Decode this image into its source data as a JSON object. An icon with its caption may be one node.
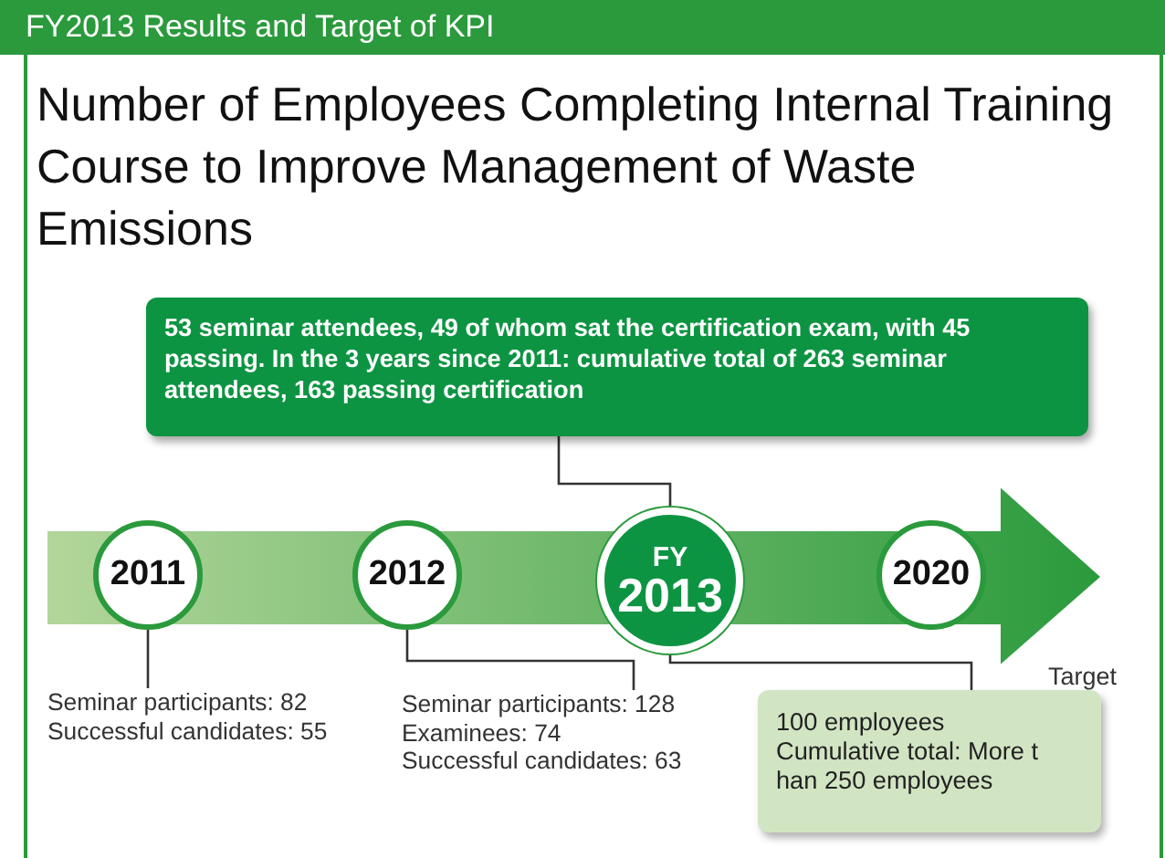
{
  "diagram": {
    "title": "Number of Employees Completing Internal Training Course to Improve Management of Waste Emissions",
    "nodes": [
      {
        "text": [
          "FY2013 Results and Target of KPI"
        ]
      },
      {
        "text": [
          "53 seminar attendees, 49 of whom sat the certification exam, with 45 passing. In the 3 years since 2011: cumulative total of 263 seminar attendees, 163 passing certification"
        ]
      },
      {
        "text": [],
        "shape": "arrow"
      },
      {
        "text": [
          "2011"
        ],
        "in": 2
      },
      {
        "text": [
          "2012"
        ],
        "in": 2
      },
      {
        "text": [
          "FY",
          "2013"
        ],
        "in": 2
      },
      {
        "text": [
          "2020"
        ],
        "in": 2
      },
      {
        "text": [
          "Seminar participants: 82",
          "Successful candidates: 55"
        ]
      },
      {
        "text": [
          "Seminar participants: 128",
          "Examinees: 74",
          "Successful candidates: 63"
        ]
      },
      {
        "text": [
          "100 employees",
          "Cumulative total: More t han 250 employees"
        ]
      }
    ],
    "edges": [
      {
        "from": 5,
        "to": 1,
        "arrow": "none"
      },
      {
        "from": 3,
        "to": 7,
        "arrow": "none"
      },
      {
        "from": 4,
        "to": 8,
        "arrow": "none"
      },
      {
        "from": 5,
        "to": 9,
        "arrow": "none"
      }
    ],
    "labels": [
      "Target"
    ]
  }
}
